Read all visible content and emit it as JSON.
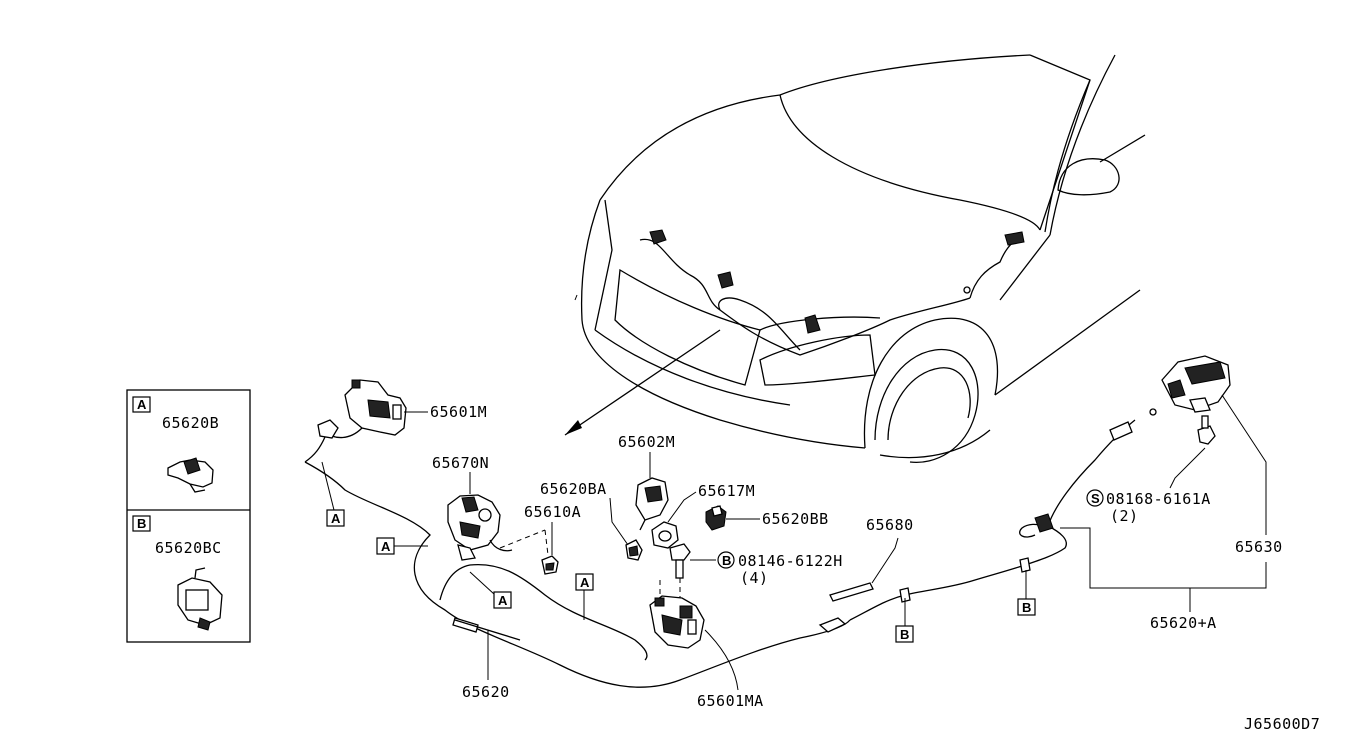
{
  "diagram_id": "J65600D7",
  "legend": {
    "a": {
      "letter": "A",
      "part": "65620B"
    },
    "b": {
      "letter": "B",
      "part": "65620BC"
    }
  },
  "parts": {
    "p65601m": "65601M",
    "p65670n": "65670N",
    "p65620ba": "65620BA",
    "p65610a": "65610A",
    "p65602m": "65602M",
    "p65617m": "65617M",
    "p65620bb": "65620BB",
    "p65680": "65680",
    "p08146": "08146-6122H",
    "p08146_qty": "(4)",
    "p08146_sym": "B",
    "p08168": "08168-6161A",
    "p08168_qty": "(2)",
    "p08168_sym": "S",
    "p65630": "65630",
    "p65620a": "65620+A",
    "p65620": "65620",
    "p65601ma": "65601MA"
  },
  "connectors": {
    "a1": "A",
    "a2": "A",
    "a3": "A",
    "a4": "A",
    "b1": "B",
    "b2": "B"
  }
}
